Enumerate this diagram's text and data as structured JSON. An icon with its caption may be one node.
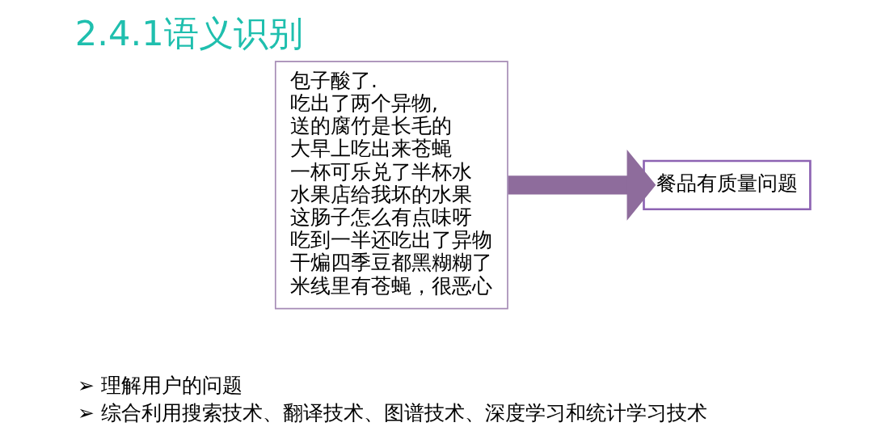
{
  "diagram": {
    "title": "2.4.1语义识别",
    "nodes": [
      {
        "text": [
          "包子酸了.",
          "吃出了两个异物,",
          "送的腐竹是长毛的",
          "大早上吃出来苍蝇",
          "一杯可乐兑了半杯水",
          "水果店给我坏的水果",
          "这肠子怎么有点味呀",
          "吃到一半还吃出了异物",
          "干煸四季豆都黑糊糊了",
          "米线里有苍蝇，很恶心"
        ]
      },
      {
        "text": [
          "餐品有质量问题"
        ]
      }
    ],
    "edges": [
      {
        "from": 0,
        "to": 1,
        "arrow": "to",
        "color": "#8e6c9c"
      }
    ],
    "labels": [
      "➢ 理解用户的问题",
      "➢ 综合利用搜索技术、翻译技术、图谱技术、深度学习和统计学习技术"
    ]
  }
}
